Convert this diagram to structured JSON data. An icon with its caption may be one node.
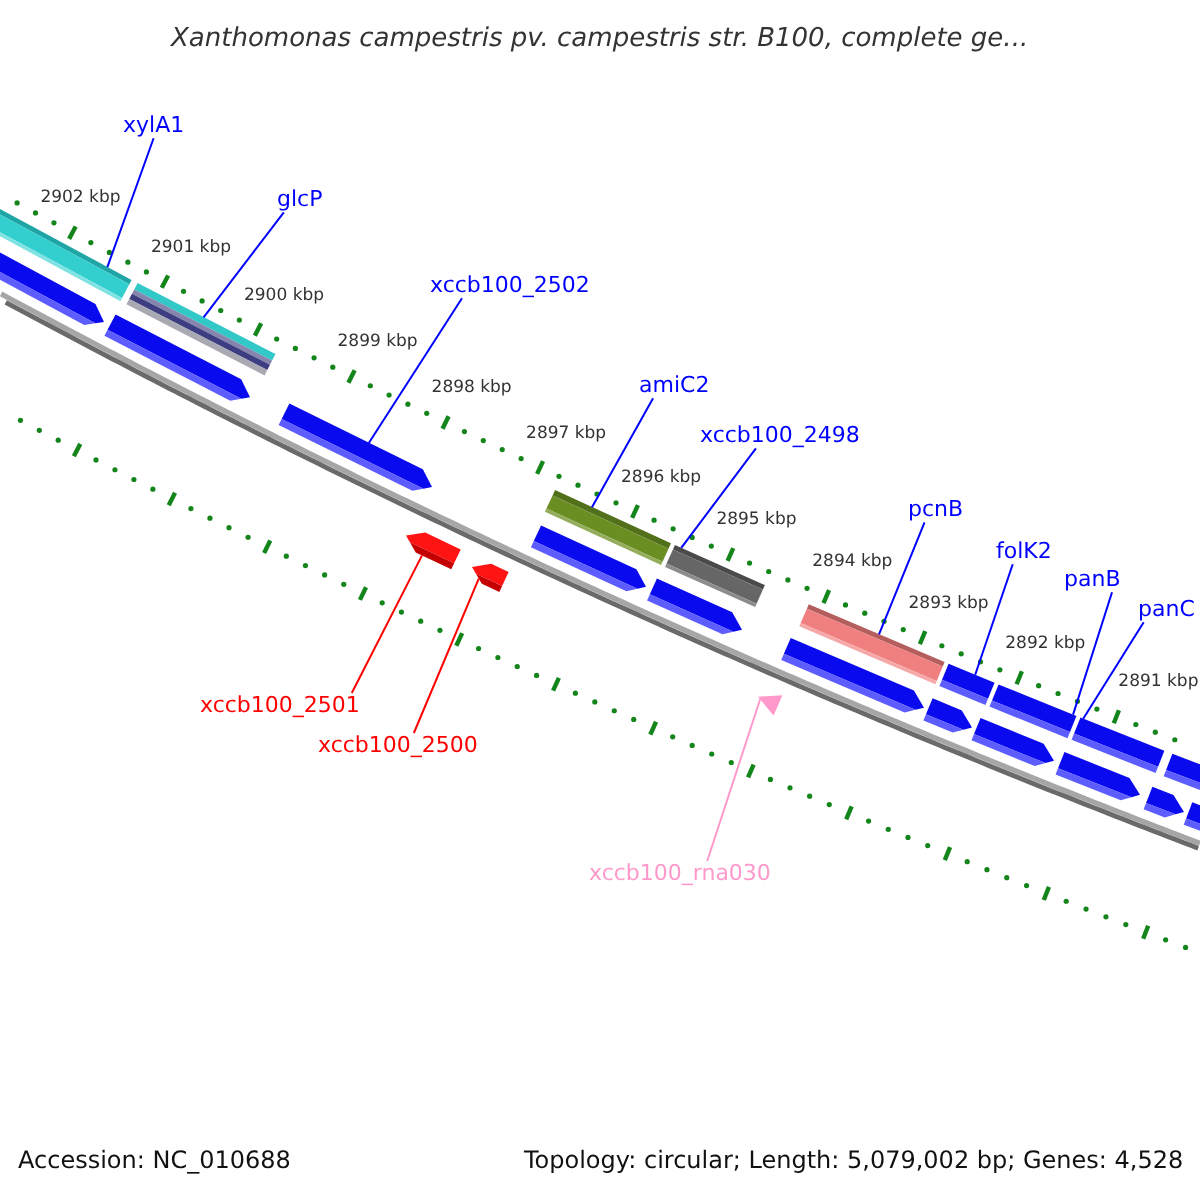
{
  "diagram": {
    "title": "Xanthomonas campestris pv. campestris str. B100, complete ge...",
    "nodes": [
      {
        "text": [
          "xylA1"
        ]
      },
      {
        "text": [],
        "shape": "bar"
      },
      {
        "text": [],
        "shape": "pentagon"
      },
      {
        "text": [
          "glcP"
        ]
      },
      {
        "text": [],
        "shape": "bar"
      },
      {
        "text": [],
        "shape": "pentagon"
      },
      {
        "text": [
          "xccb100_2502"
        ]
      },
      {
        "text": [],
        "shape": "pentagon"
      },
      {
        "text": [
          "xccb100_2501"
        ]
      },
      {
        "text": [],
        "shape": "pentagon"
      },
      {
        "text": [
          "xccb100_2500"
        ]
      },
      {
        "text": [],
        "shape": "pentagon"
      },
      {
        "text": [
          "amiC2"
        ]
      },
      {
        "text": [],
        "shape": "bar"
      },
      {
        "text": [],
        "shape": "pentagon"
      },
      {
        "text": [
          "xccb100_2498"
        ]
      },
      {
        "text": [],
        "shape": "bar"
      },
      {
        "text": [],
        "shape": "pentagon"
      },
      {
        "text": [
          "xccb100_rna030"
        ]
      },
      {
        "text": [],
        "shape": "triangle"
      },
      {
        "text": [
          "pcnB"
        ]
      },
      {
        "text": [],
        "shape": "bar"
      },
      {
        "text": [],
        "shape": "pentagon"
      },
      {
        "text": [
          "folK2"
        ]
      },
      {
        "text": [],
        "shape": "bar"
      },
      {
        "text": [],
        "shape": "pentagon"
      },
      {
        "text": [
          "panB"
        ]
      },
      {
        "text": [],
        "shape": "bar"
      },
      {
        "text": [],
        "shape": "pentagon"
      },
      {
        "text": [
          "panC"
        ]
      },
      {
        "text": [],
        "shape": "bar"
      },
      {
        "text": [],
        "shape": "pentagon"
      },
      {
        "text": [],
        "shape": "bar"
      },
      {
        "text": [],
        "shape": "pentagon"
      },
      {
        "text": [],
        "shape": "pentagon"
      }
    ],
    "edges": [
      {
        "from": 0,
        "to": 1,
        "arrow": "none"
      },
      {
        "from": 3,
        "to": 4,
        "arrow": "none"
      },
      {
        "from": 6,
        "to": 7,
        "arrow": "none"
      },
      {
        "from": 12,
        "to": 13,
        "arrow": "none"
      },
      {
        "from": 15,
        "to": 16,
        "arrow": "none"
      },
      {
        "from": 20,
        "to": 21,
        "arrow": "none"
      },
      {
        "from": 23,
        "to": 24,
        "arrow": "none"
      },
      {
        "from": 26,
        "to": 27,
        "arrow": "none"
      },
      {
        "from": 29,
        "to": 30,
        "arrow": "none"
      },
      {
        "from": 8,
        "to": 9,
        "arrow": "none",
        "color": "#ff0000"
      },
      {
        "from": 10,
        "to": 11,
        "arrow": "none",
        "color": "#ff0000"
      },
      {
        "from": 18,
        "to": 19,
        "arrow": "none",
        "color": "#ff99cc"
      }
    ],
    "labels": [
      "2902 kbp",
      "2901 kbp",
      "2900 kbp",
      "2899 kbp",
      "2898 kbp",
      "2897 kbp",
      "2896 kbp",
      "2895 kbp",
      "2894 kbp",
      "2893 kbp",
      "2892 kbp",
      "2891 kbp",
      "Accession: NC_010688",
      "Topology: circular; Length: 5,079,002 bp; Genes: 4,528"
    ]
  }
}
